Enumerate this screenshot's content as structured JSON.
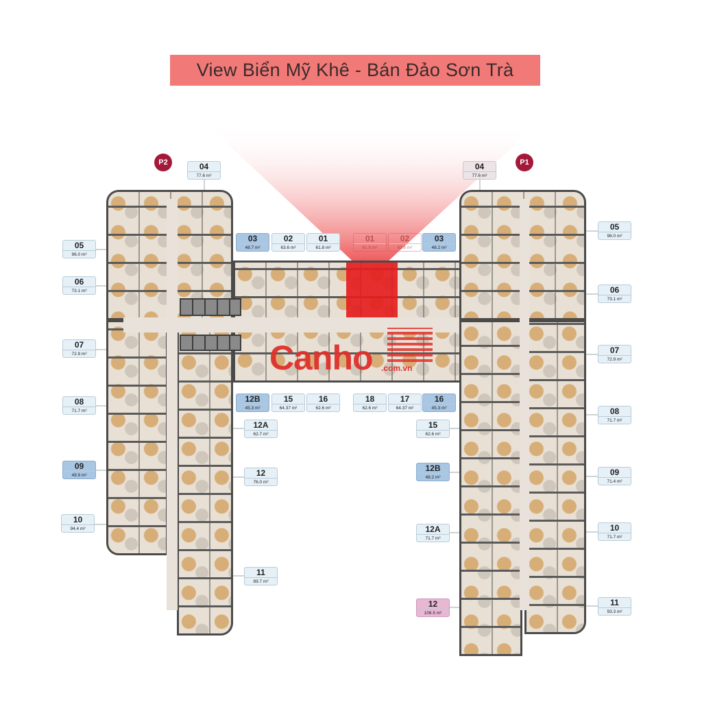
{
  "banner": {
    "title": "View Biển Mỹ Khê - Bán Đảo Sơn Trà",
    "color": "#f17a78"
  },
  "towers": {
    "left": "P2",
    "right": "P1"
  },
  "watermark": {
    "brand": "Canho",
    "domain": ".com.vn"
  },
  "units_p2": [
    {
      "code": "04",
      "area": "77.6 m²",
      "style": "normal"
    },
    {
      "code": "05",
      "area": "96.0 m²",
      "style": "normal"
    },
    {
      "code": "06",
      "area": "73.1 m²",
      "style": "normal"
    },
    {
      "code": "07",
      "area": "72.9 m²",
      "style": "normal"
    },
    {
      "code": "08",
      "area": "71.7 m²",
      "style": "normal"
    },
    {
      "code": "09",
      "area": "49.9 m²",
      "style": "blue"
    },
    {
      "code": "10",
      "area": "94.4 m²",
      "style": "normal"
    },
    {
      "code": "03",
      "area": "48.7 m²",
      "style": "blue"
    },
    {
      "code": "02",
      "area": "63.6 m²",
      "style": "normal"
    },
    {
      "code": "01",
      "area": "61.8 m²",
      "style": "normal"
    },
    {
      "code": "12B",
      "area": "45.3 m²",
      "style": "blue"
    },
    {
      "code": "15",
      "area": "64.37 m²",
      "style": "normal"
    },
    {
      "code": "16",
      "area": "62.6 m²",
      "style": "normal"
    },
    {
      "code": "12A",
      "area": "62.7 m²",
      "style": "normal"
    },
    {
      "code": "12",
      "area": "76.0 m²",
      "style": "normal"
    },
    {
      "code": "11",
      "area": "89.7 m²",
      "style": "normal"
    }
  ],
  "units_p1": [
    {
      "code": "04",
      "area": "77.6 m²",
      "style": "grey"
    },
    {
      "code": "05",
      "area": "96.0 m²",
      "style": "normal"
    },
    {
      "code": "06",
      "area": "73.1 m²",
      "style": "normal"
    },
    {
      "code": "07",
      "area": "72.9 m²",
      "style": "normal"
    },
    {
      "code": "08",
      "area": "71.7 m²",
      "style": "normal"
    },
    {
      "code": "09",
      "area": "71.4 m²",
      "style": "normal"
    },
    {
      "code": "10",
      "area": "71.7 m²",
      "style": "normal"
    },
    {
      "code": "11",
      "area": "93.3 m²",
      "style": "normal"
    },
    {
      "code": "01",
      "area": "61.8 m²",
      "style": "faded"
    },
    {
      "code": "02",
      "area": "63.6 m²",
      "style": "faded"
    },
    {
      "code": "03",
      "area": "48.2 m²",
      "style": "blue"
    },
    {
      "code": "18",
      "area": "62.6 m²",
      "style": "normal"
    },
    {
      "code": "17",
      "area": "64.37 m²",
      "style": "normal"
    },
    {
      "code": "16",
      "area": "45.3 m²",
      "style": "blue"
    },
    {
      "code": "15",
      "area": "62.6 m²",
      "style": "normal"
    },
    {
      "code": "12B",
      "area": "48.2 m²",
      "style": "blue"
    },
    {
      "code": "12A",
      "area": "71.7 m²",
      "style": "normal"
    },
    {
      "code": "12",
      "area": "106.5 m²",
      "style": "pink"
    }
  ]
}
